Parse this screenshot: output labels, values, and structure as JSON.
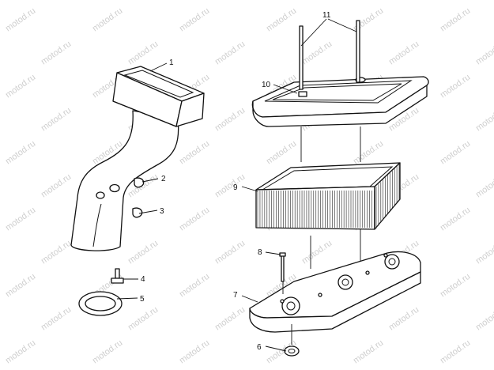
{
  "watermark": "motod.ru",
  "callouts": {
    "c1": "1",
    "c2": "2",
    "c3": "3",
    "c4": "4",
    "c5": "5",
    "c6": "6",
    "c7": "7",
    "c8": "8",
    "c9": "9",
    "c10": "10",
    "c11": "11"
  }
}
